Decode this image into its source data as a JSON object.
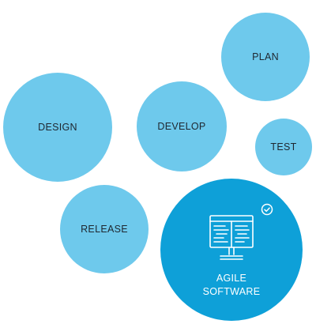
{
  "bubbles": {
    "plan": {
      "label": "PLAN"
    },
    "design": {
      "label": "DESIGN"
    },
    "develop": {
      "label": "DEVELOP"
    },
    "test": {
      "label": "TEST"
    },
    "release": {
      "label": "RELEASE"
    },
    "agile": {
      "label_line1": "AGILE",
      "label_line2": "SOFTWARE",
      "icon": "code-monitor-icon"
    }
  },
  "check_icon": "check-circle-icon",
  "colors": {
    "bubble": "#6ec9ec",
    "bubble_main": "#0ea0d8",
    "text": "#1f2730",
    "text_main": "#ffffff"
  }
}
